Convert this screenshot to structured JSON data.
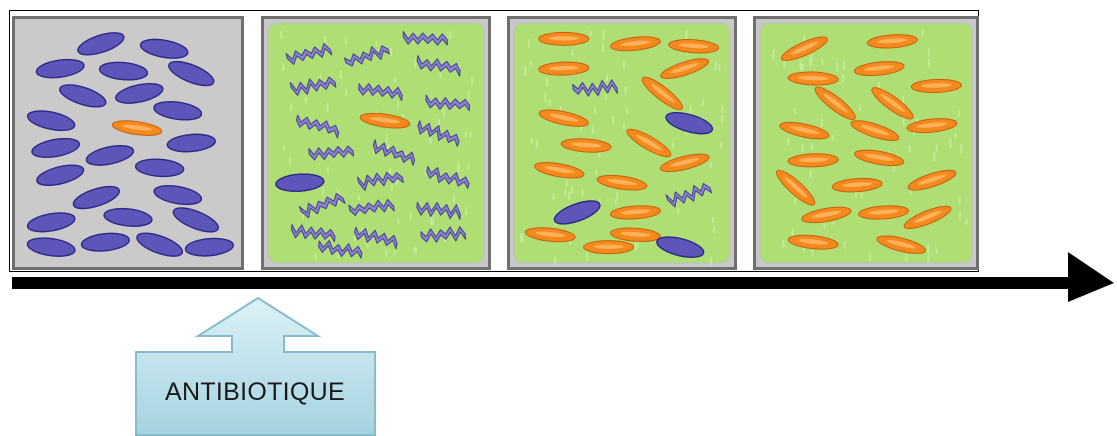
{
  "label": {
    "text": "ANTIBIOTIQUE"
  },
  "colors": {
    "sensitive": "#5d55b8",
    "sensitive_edge": "#2d2a86",
    "resistant": "#f48a1e",
    "resistant_core": "#ffb766",
    "resistant_edge": "#c9600f",
    "dead": "#8a83c9",
    "dead_edge": "#4b4696",
    "medium": "#aede74",
    "medium_speck": "#c9ec9b",
    "untreated": "#cacaca",
    "panel_border": "#707070",
    "arrow": "#000000",
    "callout_top": "#d6eef3",
    "callout_bottom": "#a9d6e2",
    "callout_edge": "#7fb6c6"
  },
  "panels": [
    {
      "id": "stage-1",
      "medium": "none",
      "sensitive": 23,
      "resistant": 1,
      "dead": 0
    },
    {
      "id": "stage-2",
      "medium": "antibiotic",
      "sensitive": 1,
      "resistant": 1,
      "dead": 20
    },
    {
      "id": "stage-3",
      "medium": "antibiotic",
      "sensitive": 3,
      "resistant": 16,
      "dead": 2
    },
    {
      "id": "stage-4",
      "medium": "antibiotic",
      "sensitive": 0,
      "resistant": 20,
      "dead": 0
    }
  ]
}
